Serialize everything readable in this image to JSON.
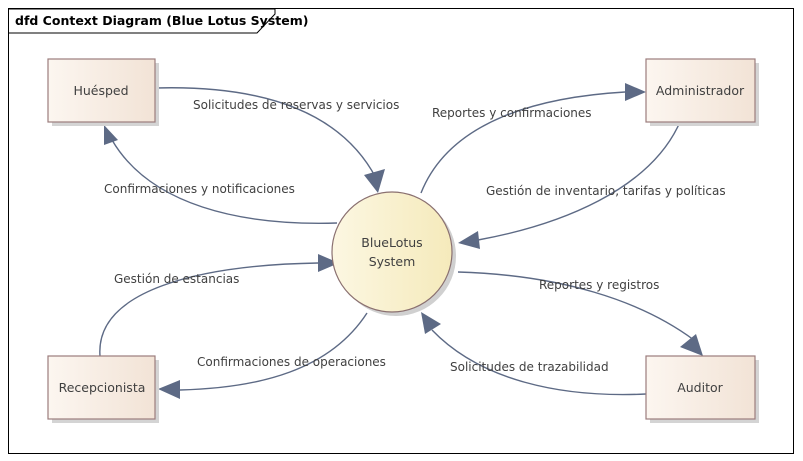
{
  "diagram": {
    "title": "dfd Context Diagram (Blue Lotus System)",
    "process": {
      "name_line1": "BlueLotus",
      "name_line2": "System"
    },
    "entities": {
      "huesped": "Huésped",
      "administrador": "Administrador",
      "recepcionista": "Recepcionista",
      "auditor": "Auditor"
    },
    "flows": {
      "huesped_to_system": "Solicitudes de reservas y servicios",
      "system_to_huesped": "Confirmaciones y notificaciones",
      "system_to_admin": "Reportes y confirmaciones",
      "admin_to_system": "Gestión de inventario, tarifas y políticas",
      "recep_to_system": "Gestión de estancias",
      "system_to_recep": "Confirmaciones de operaciones",
      "system_to_auditor": "Reportes y registros",
      "auditor_to_system": "Solicitudes de trazabilidad"
    },
    "colors": {
      "entity_fill_start": "#fbf3ec",
      "entity_fill_end": "#f3e4d8",
      "entity_border": "#9b7d7d",
      "process_fill_start": "#fbf5dc",
      "process_fill_end": "#f6ecbf",
      "process_border": "#8a7070",
      "flow_color": "#5d6a85"
    }
  }
}
